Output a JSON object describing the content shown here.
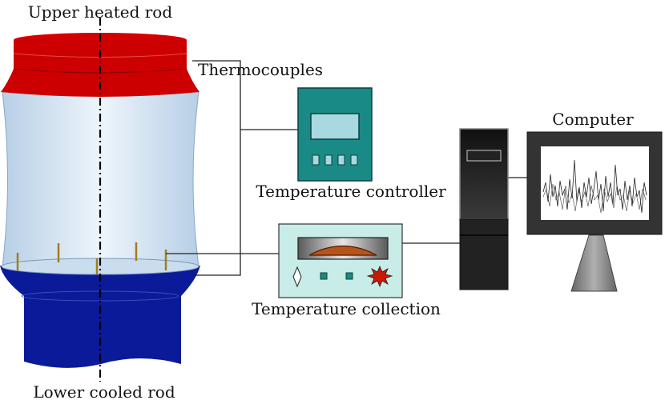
{
  "labels": {
    "upper_rod": "Upper heated rod",
    "lower_rod": "Lower cooled rod",
    "thermocouples": "Thermocouples",
    "temperature_controller": "Temperature controller",
    "temperature_collection": "Temperature collection",
    "computer": "Computer"
  },
  "colors": {
    "upper_rod": "#cc0000",
    "lower_rod": "#0a1a99",
    "liquid_bridge": "#c9ddef",
    "controller_body": "#1a8a86",
    "controller_screen": "#a8d8e0",
    "collection_body": "#c8ece8",
    "tower_top": "#2a2a2a",
    "tower_bottom": "#222222",
    "monitor_frame": "#333333",
    "monitor_stand": "#888888",
    "probe": "#a67c1a",
    "wire": "#222222"
  },
  "icons": [
    "diamond-indicator-icon",
    "square-button-icon",
    "square-button-icon",
    "starburst-alarm-icon"
  ]
}
